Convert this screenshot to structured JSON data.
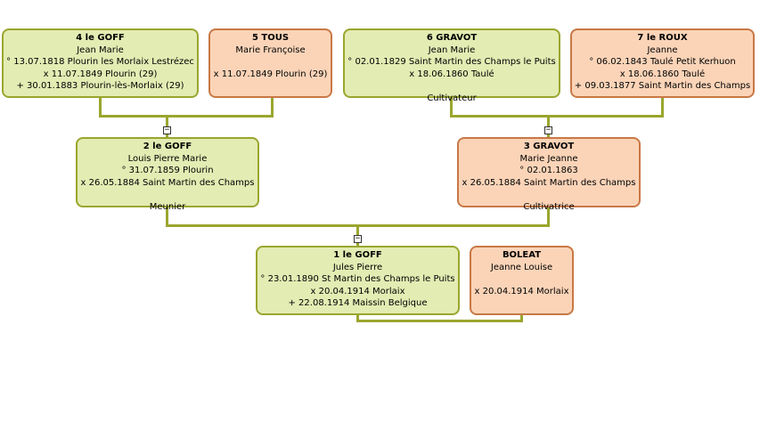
{
  "people": {
    "p4": {
      "name": "4 le GOFF",
      "given": "Jean Marie",
      "l1": "° 13.07.1818 Plourin les Morlaix Lestrézec",
      "l2": "x 11.07.1849 Plourin (29)",
      "l3": "+ 30.01.1883 Plourin-lès-Morlaix (29)"
    },
    "p5": {
      "name": "5 TOUS",
      "given": "Marie Françoise",
      "l1": "",
      "l2": "x 11.07.1849 Plourin (29)"
    },
    "p6": {
      "name": "6 GRAVOT",
      "given": "Jean Marie",
      "l1": "° 02.01.1829 Saint Martin des Champs le Puits",
      "l2": "x 18.06.1860 Taulé",
      "occupation": "Cultivateur"
    },
    "p7": {
      "name": "7 le ROUX",
      "given": "Jeanne",
      "l1": "° 06.02.1843 Taulé Petit Kerhuon",
      "l2": "x 18.06.1860 Taulé",
      "l3": "+ 09.03.1877 Saint Martin des Champs"
    },
    "p2": {
      "name": "2 le GOFF",
      "given": "Louis Pierre Marie",
      "l1": "° 31.07.1859 Plourin",
      "l2": "x 26.05.1884 Saint Martin des Champs",
      "occupation": "Meunier"
    },
    "p3": {
      "name": "3 GRAVOT",
      "given": "Marie Jeanne",
      "l1": "° 02.01.1863",
      "l2": "x 26.05.1884 Saint Martin des Champs",
      "occupation": "Cultivatrice"
    },
    "p1": {
      "name": "1 le GOFF",
      "given": "Jules Pierre",
      "l1": "° 23.01.1890 St Martin des Champs le Puits",
      "l2": "x 20.04.1914 Morlaix",
      "l3": "+ 22.08.1914 Maissin Belgique"
    },
    "spouse": {
      "name": "BOLEAT",
      "given": "Jeanne Louise",
      "l1": "",
      "l2": "x 20.04.1914 Morlaix"
    }
  },
  "toggle_symbol": "−",
  "colors": {
    "male_fill": "#e3ecb3",
    "male_border": "#9aa62e",
    "female_fill": "#fbd4b8",
    "female_border": "#c87845",
    "connector": "#9aa62e"
  }
}
